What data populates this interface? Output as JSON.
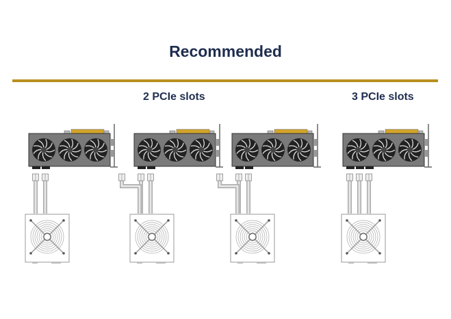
{
  "title": "Recommended",
  "groups": [
    {
      "label": "2 PCIe slots",
      "configs": 3
    },
    {
      "label": "3 PCIe slots",
      "configs": 1
    }
  ],
  "colors": {
    "title": "#1f2d4f",
    "rule": "#b8901e",
    "gpu_body": "#7a7a7a",
    "gold": "#d4a52a"
  }
}
